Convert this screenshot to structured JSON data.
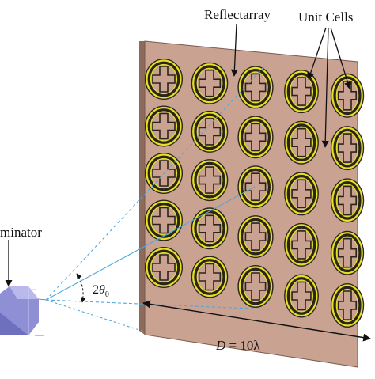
{
  "labels": {
    "reflectarray": "Reflectarray",
    "unit_cells": "Unit Cells",
    "illuminator": "minator",
    "angle_prefix": "2",
    "angle_symbol": "θ",
    "angle_subscript": "0",
    "dimension_symbol": "D",
    "dimension_value": " = 10λ"
  },
  "array": {
    "rows": 5,
    "columns": 5
  },
  "colors": {
    "panel_face": "#c9a291",
    "panel_side": "#8c6a5c",
    "cell_ring": "#e3e027",
    "cell_dark": "#2b2419",
    "feed_horn": "#8f8fd6",
    "ray": "#4fa8dc"
  }
}
